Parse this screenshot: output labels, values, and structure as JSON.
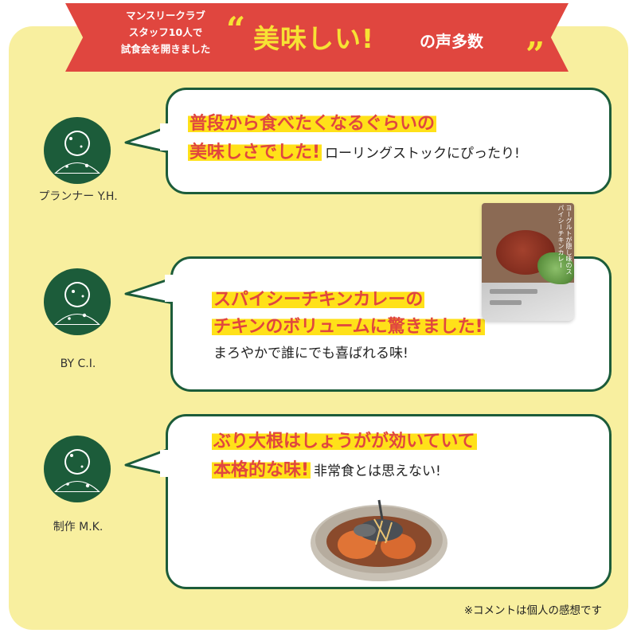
{
  "banner": {
    "left_lines": [
      "マンスリークラブ",
      "スタッフ10人で",
      "試食会を開きました"
    ],
    "quote_open": "“",
    "main": "美味しい!",
    "sub": "の声多数",
    "quote_close": "”"
  },
  "testimonials": [
    {
      "name": "プランナー Y.H.",
      "highlight_lines": [
        "普段から食べたくなるぐらいの",
        "美味しさでした!"
      ],
      "comment": "ローリングストックにぴったり!"
    },
    {
      "name": "BY C.I.",
      "highlight_lines": [
        "スパイシーチキンカレーの",
        "チキンのボリュームに驚きました!"
      ],
      "comment": "まろやかで誰にでも喜ばれる味!"
    },
    {
      "name": "制作 M.K.",
      "highlight_lines": [
        "ぶり大根はしょうがが効いていて",
        "本格的な味!"
      ],
      "comment": "非常食とは思えない!"
    }
  ],
  "product": {
    "label": "ヨーグルトが隠し味のスパイシーチキンカレー"
  },
  "note": "※コメントは個人の感想です",
  "colors": {
    "background": "#f8ef9f",
    "banner": "#e0463f",
    "banner_text": "#f7e234",
    "highlight": "#ffe119",
    "highlight_text": "#e0463f",
    "bubble_border": "#1c5c3a",
    "avatar": "#1c5c3a"
  },
  "icons": [
    "person-avatar-icon"
  ]
}
